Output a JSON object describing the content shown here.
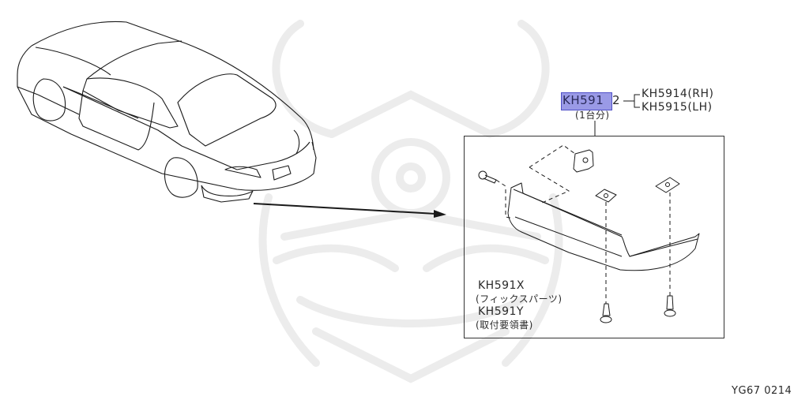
{
  "diagram": {
    "type": "exploded-parts-diagram",
    "subject": "rear bumper lower spoiler / valance",
    "main_part": {
      "number": "KH5912",
      "highlighted_prefix": "KH591",
      "suffix": "2",
      "quantity_note": "(1台分)",
      "highlight_color": "#9a9ae6"
    },
    "sub_parts": [
      {
        "number": "KH5914",
        "side": "(RH)",
        "label": "KH5914(RH)"
      },
      {
        "number": "KH5915",
        "side": "(LH)",
        "label": "KH5915(LH)"
      }
    ],
    "included_items": [
      {
        "number": "KH591X",
        "description": "(フィックスパーツ)"
      },
      {
        "number": "KH591Y",
        "description": "(取付要領書)"
      }
    ],
    "drawing_code": "YG67 0214",
    "colors": {
      "line": "#1a1a1a",
      "watermark": "#ececec",
      "highlight": "#9a9ae6",
      "highlight_border": "#5050c8"
    }
  }
}
